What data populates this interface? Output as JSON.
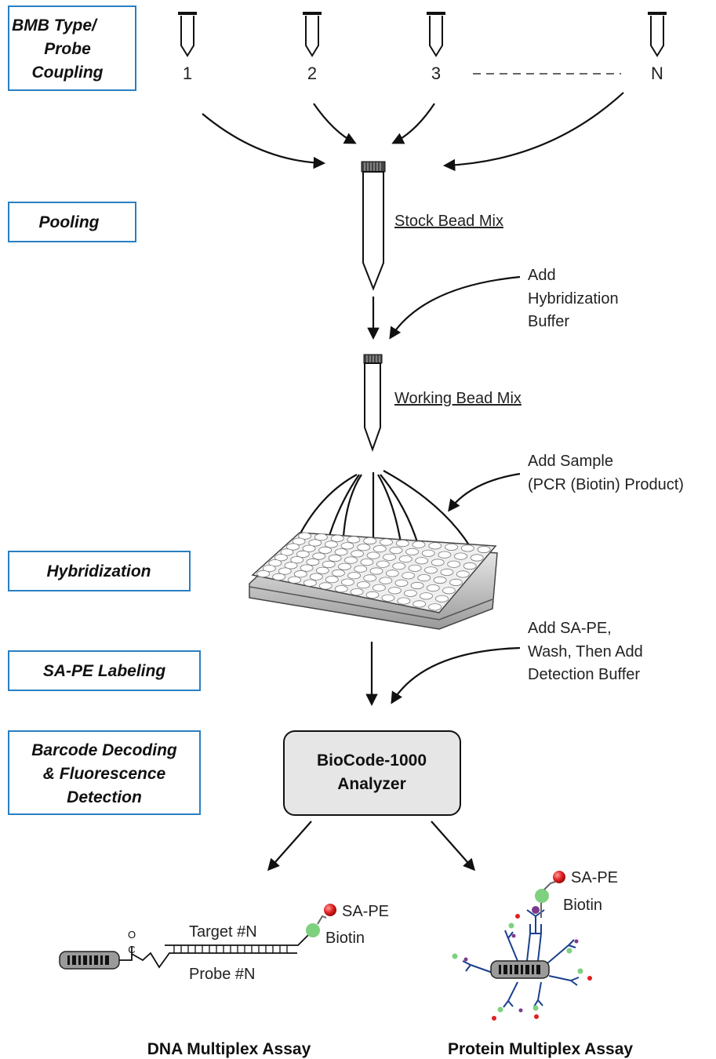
{
  "stages": {
    "bmb_coupling": [
      "BMB Type/",
      "Probe",
      "Coupling"
    ],
    "pooling": "Pooling",
    "hybridization": "Hybridization",
    "sape_labeling": "SA-PE Labeling",
    "barcode_detection": [
      "Barcode Decoding",
      "& Fluorescence",
      "Detection"
    ]
  },
  "tubes": [
    "1",
    "2",
    "3",
    "N"
  ],
  "labels": {
    "stock_bead_mix": "Stock Bead Mix",
    "add_hyb_buffer": [
      "Add",
      "Hybridization",
      "Buffer"
    ],
    "working_bead_mix": "Working Bead Mix",
    "add_sample": [
      "Add Sample",
      "(PCR (Biotin) Product)"
    ],
    "add_sape": [
      "Add SA-PE,",
      "Wash, Then Add",
      "Detection Buffer"
    ]
  },
  "analyzer": [
    "BioCode-1000",
    "Analyzer"
  ],
  "dna_assay": {
    "target": "Target #N",
    "probe": "Probe #N",
    "sape": "SA-PE",
    "biotin": "Biotin",
    "linker": "O",
    "linker_c": "C",
    "title": "DNA Multiplex Assay"
  },
  "protein_assay": {
    "sape": "SA-PE",
    "biotin": "Biotin",
    "title": "Protein Multiplex Assay"
  },
  "colors": {
    "stage_border": "#2a7fc1",
    "sape": "#e02020",
    "biotin": "#7ed17e",
    "antibody": "#1a3f8c",
    "analyzer_fill": "#e6e6e6"
  }
}
